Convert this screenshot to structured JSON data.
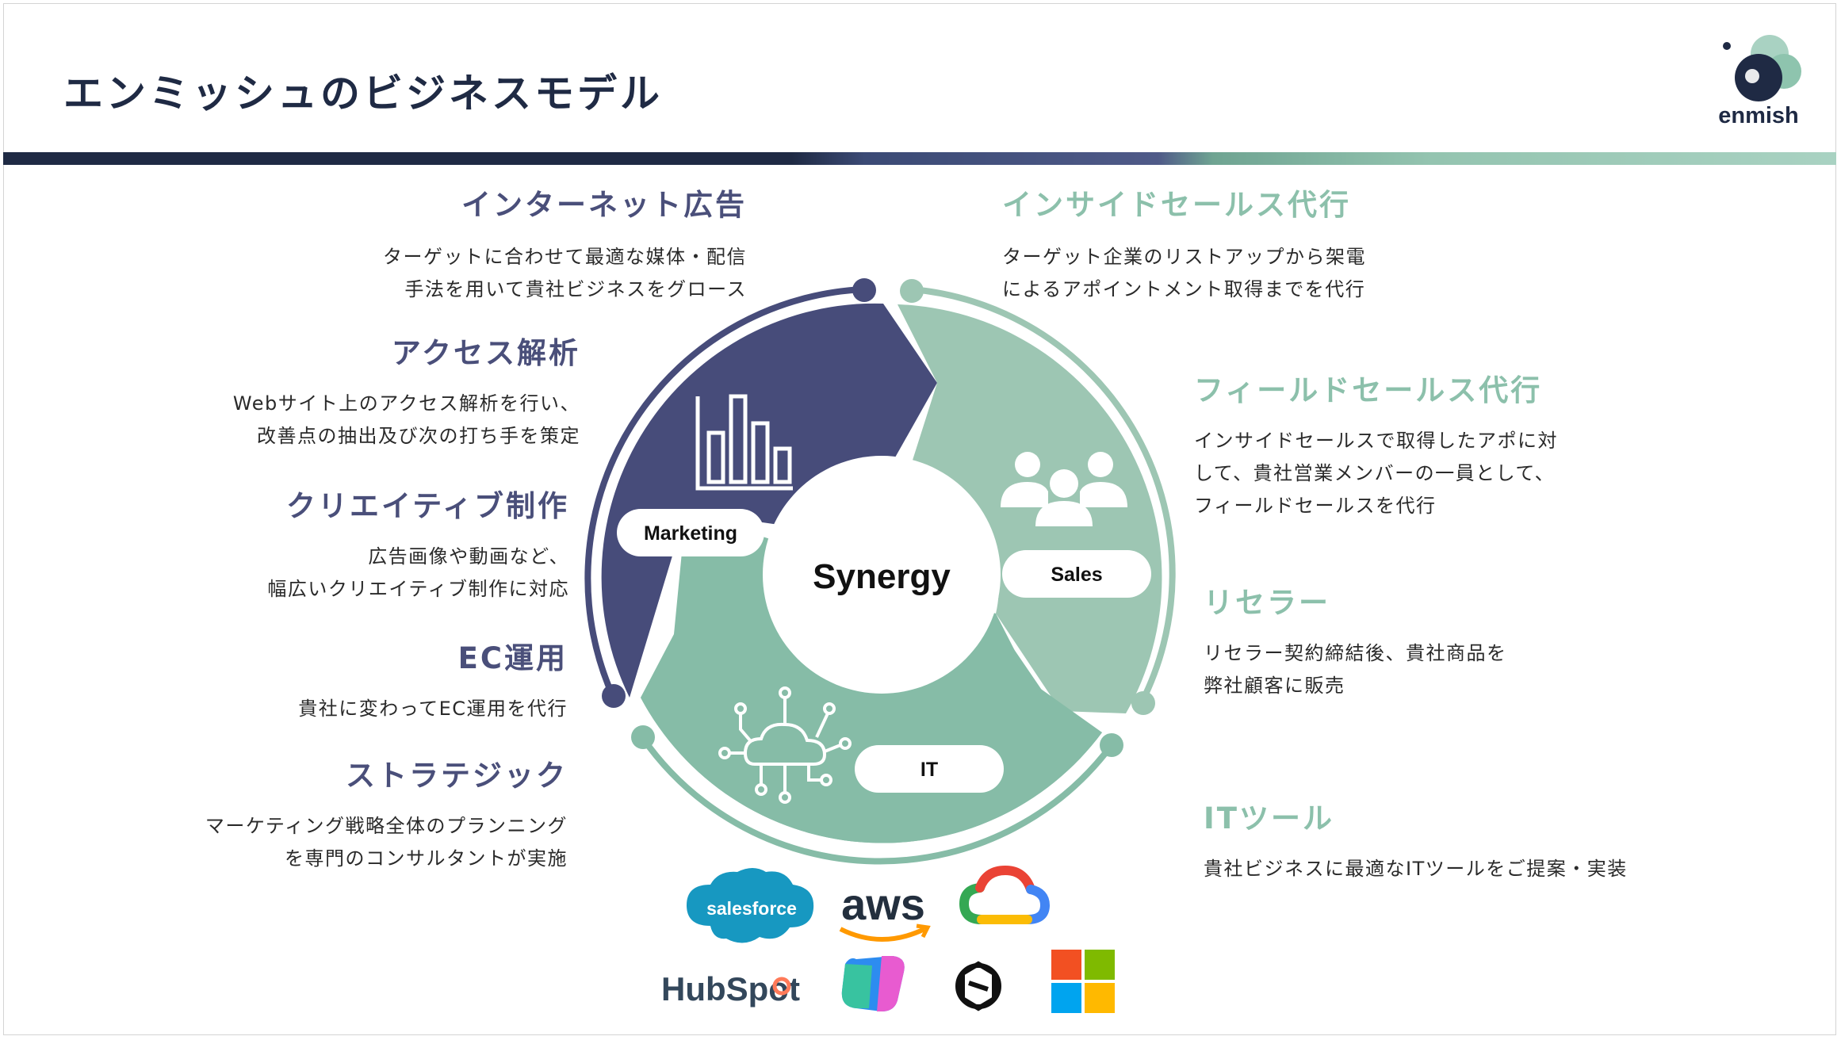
{
  "header": {
    "title": "エンミッシュのビジネスモデル",
    "logo_text": "enmish"
  },
  "colors": {
    "navy": "#474c7a",
    "teal_light": "#9dc6b3",
    "teal_mid": "#86bca7",
    "dark": "#1f2a44"
  },
  "left_services": [
    {
      "title": "インターネット広告",
      "lines": [
        "ターゲットに合わせて最適な媒体・配信",
        "手法を用いて貴社ビジネスをグロース"
      ]
    },
    {
      "title": "アクセス解析",
      "lines": [
        "Webサイト上のアクセス解析を行い、",
        "改善点の抽出及び次の打ち手を策定"
      ]
    },
    {
      "title": "クリエイティブ制作",
      "lines": [
        "広告画像や動画など、",
        "幅広いクリエイティブ制作に対応"
      ]
    },
    {
      "title": "EC運用",
      "lines": [
        "貴社に変わってEC運用を代行"
      ]
    },
    {
      "title": "ストラテジック",
      "lines": [
        "マーケティング戦略全体のプランニング",
        "を専門のコンサルタントが実施"
      ]
    }
  ],
  "right_services": [
    {
      "title": "インサイドセールス代行",
      "lines": [
        "ターゲット企業のリストアップから架電",
        "によるアポイントメント取得までを代行"
      ]
    },
    {
      "title": "フィールドセールス代行",
      "lines": [
        "インサイドセールスで取得したアポに対",
        "して、貴社営業メンバーの一員として、",
        "フィールドセールスを代行"
      ]
    },
    {
      "title": "リセラー",
      "lines": [
        "リセラー契約締結後、貴社商品を",
        "弊社顧客に販売"
      ]
    },
    {
      "title": "ITツール",
      "lines": [
        "貴社ビジネスに最適なITツールをご提案・実装"
      ]
    }
  ],
  "diagram": {
    "center": "Synergy",
    "segments": [
      {
        "label": "Marketing",
        "icon": "bar-chart-icon"
      },
      {
        "label": "Sales",
        "icon": "people-icon"
      },
      {
        "label": "IT",
        "icon": "cloud-network-icon"
      }
    ]
  },
  "logos": {
    "salesforce": "salesforce",
    "aws": "aws",
    "hubspot": "HubSpot",
    "items": [
      "salesforce-logo",
      "aws-logo",
      "google-cloud-logo",
      "hubspot-logo",
      "copilot-logo",
      "openai-logo",
      "microsoft-logo"
    ]
  }
}
